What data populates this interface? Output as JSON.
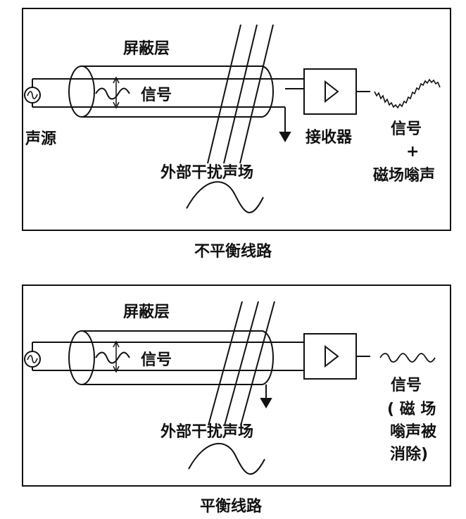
{
  "colors": {
    "ink": "#111111",
    "background": "#ffffff"
  },
  "top": {
    "shield_label": "屏蔽层",
    "signal_label": "信号",
    "source_label": "声源",
    "receiver_label": "接收器",
    "interference_label": "外部干扰声场",
    "output_line1": "信号",
    "output_line2": "+",
    "output_line3": "磁场嗡声",
    "caption": "不平衡线路"
  },
  "bottom": {
    "shield_label": "屏蔽层",
    "signal_label": "信号",
    "interference_label": "外部干扰声场",
    "output_line1": "信号",
    "output_line2": "( 磁 场",
    "output_line3": "嗡声被",
    "output_line4": "消除)",
    "caption": "平衡线路"
  },
  "icons": [
    "ac-source-icon",
    "amplifier-triangle-icon",
    "ground-icon",
    "sine-wave-icon"
  ]
}
